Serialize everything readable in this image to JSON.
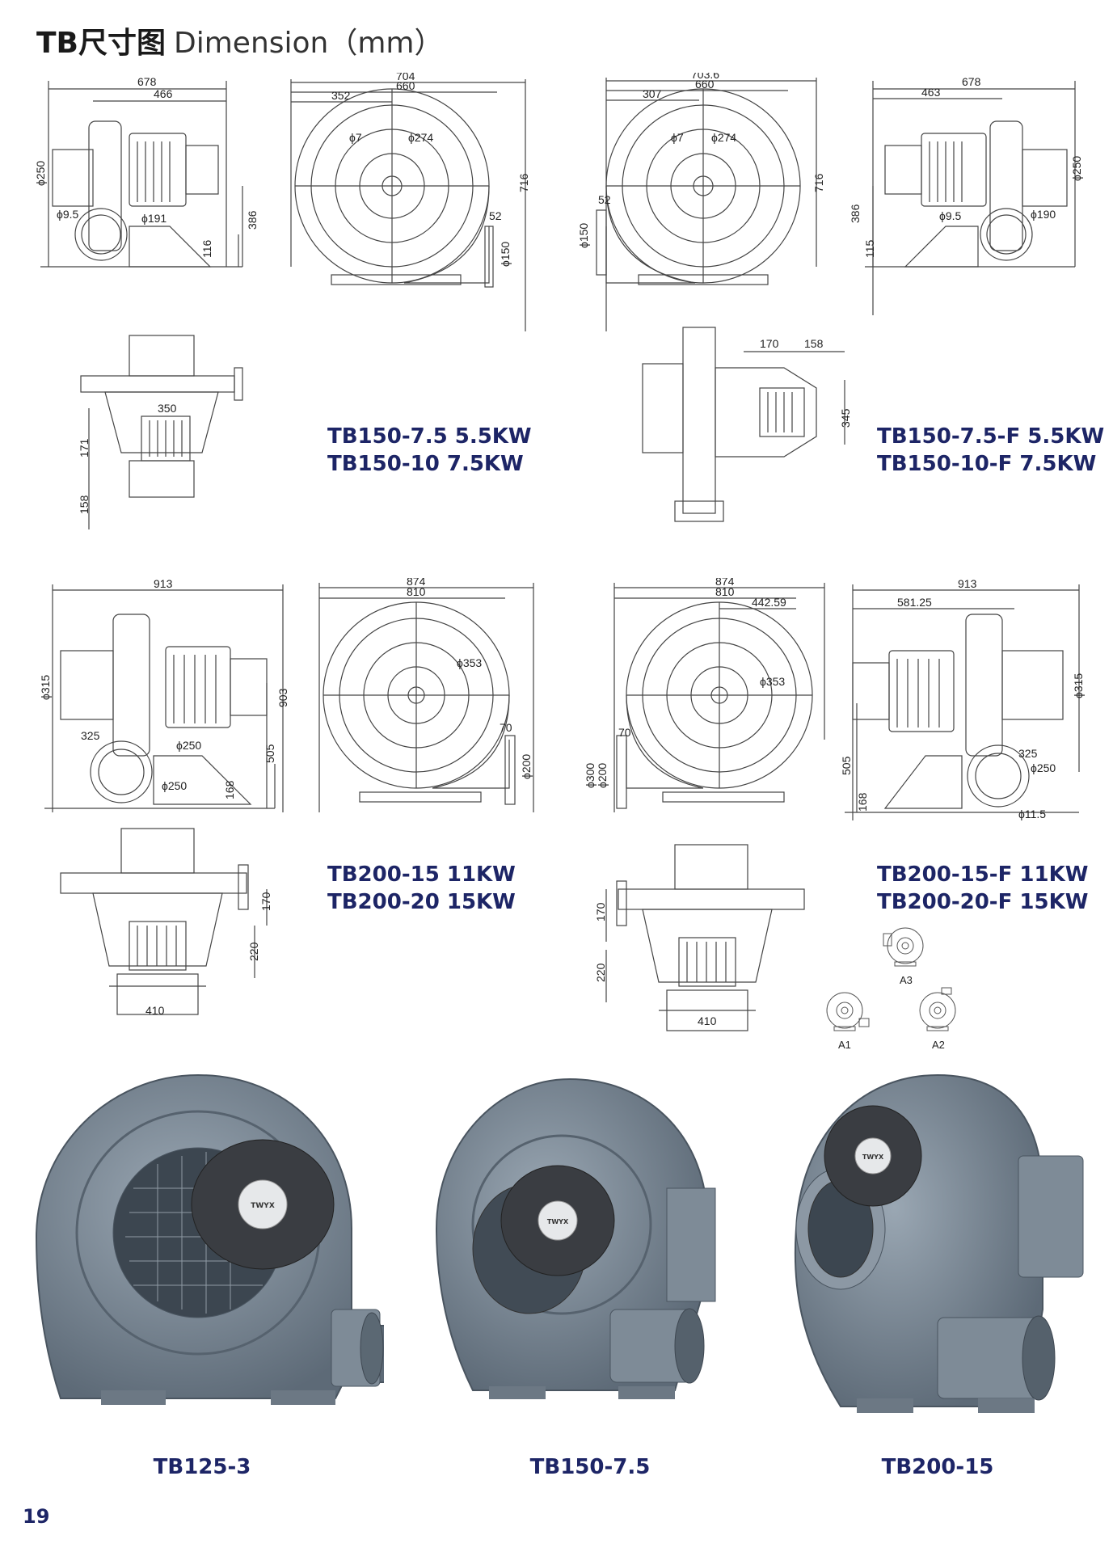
{
  "header": {
    "title_bold": "TB尺寸图",
    "title_rest": "Dimension（mm）"
  },
  "drawings": {
    "d1": {
      "l1": "678",
      "l2": "466",
      "phi": "ϕ250",
      "hole": "ϕ9.5",
      "d": "ϕ191",
      "h1": "386",
      "h2": "116"
    },
    "d2": {
      "l1": "704",
      "l2": "660",
      "l3": "352",
      "a": "ϕ7",
      "b": "ϕ274",
      "h": "716",
      "c": "52",
      "d": "ϕ150"
    },
    "d3": {
      "l1": "703.6",
      "l2": "660",
      "l3": "307",
      "a": "ϕ7",
      "b": "ϕ274",
      "h": "716",
      "c": "52",
      "d": "ϕ150"
    },
    "d4": {
      "l1": "678",
      "l2": "463",
      "phi": "ϕ250",
      "hole": "ϕ9.5",
      "d": "ϕ190",
      "h1": "386",
      "h2": "115"
    },
    "d5": {
      "w": "350",
      "h1": "171",
      "h2": "158"
    },
    "d6": {
      "a": "170",
      "b": "158",
      "h": "345"
    },
    "d7": {
      "l1": "913",
      "phi": "ϕ315",
      "a": "325",
      "b": "ϕ250",
      "c": "ϕ250",
      "h1": "903",
      "h2": "505",
      "h3": "168"
    },
    "d8": {
      "l1": "874",
      "l2": "810",
      "d": "ϕ353",
      "c": "70",
      "e": "ϕ200"
    },
    "d9": {
      "l1": "874",
      "l2": "810",
      "l3": "442.59",
      "d": "ϕ353",
      "c": "70",
      "e": "ϕ300",
      "f": "ϕ200"
    },
    "d10": {
      "l1": "913",
      "l2": "581.25",
      "phi": "ϕ315",
      "a": "325",
      "b": "ϕ250",
      "hole": "ϕ11.5",
      "h1": "505",
      "h2": "168"
    },
    "d11": {
      "a": "170",
      "b": "220",
      "w": "410"
    },
    "d12": {
      "a": "170",
      "b": "220",
      "w": "410"
    },
    "orient": {
      "a1": "A1",
      "a2": "A2",
      "a3": "A3"
    }
  },
  "models": {
    "m1": {
      "line1": "TB150-7.5  5.5KW",
      "line2": "TB150-10  7.5KW"
    },
    "m2": {
      "line1": "TB150-7.5-F  5.5KW",
      "line2": "TB150-10-F  7.5KW"
    },
    "m3": {
      "line1": "TB200-15 11KW",
      "line2": "TB200-20 15KW"
    },
    "m4": {
      "line1": "TB200-15-F 11KW",
      "line2": "TB200-20-F 15KW"
    }
  },
  "products": [
    {
      "caption": "TB125-3",
      "badge": "TWYX"
    },
    {
      "caption": "TB150-7.5",
      "badge": "TWYX"
    },
    {
      "caption": "TB200-15",
      "badge": "TWYX"
    }
  ],
  "page_number": "19",
  "colors": {
    "ink": "#1d2566",
    "body_gray": "#6f7c89",
    "line": "#444444"
  }
}
